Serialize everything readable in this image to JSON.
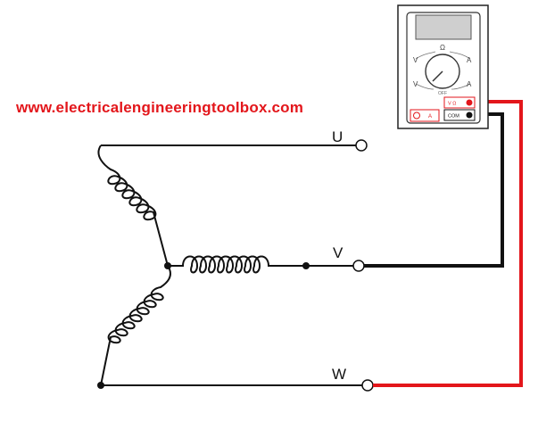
{
  "site_url": "www.electricalengineeringtoolbox.com",
  "terminals": [
    {
      "label": "U"
    },
    {
      "label": "V"
    },
    {
      "label": "W"
    }
  ],
  "multimeter": {
    "dial_symbol_top": "Ω",
    "dial_symbol_left": "V",
    "dial_symbol_right_top": "A",
    "dial_symbol_right_bottom": "A",
    "dial_off": "OFF",
    "jack_voltage_ohm": "V Ω",
    "jack_amp": "A",
    "jack_com": "COM"
  },
  "colors": {
    "probe_red": "#e3161b",
    "probe_black": "#111111",
    "wire": "#111111"
  }
}
